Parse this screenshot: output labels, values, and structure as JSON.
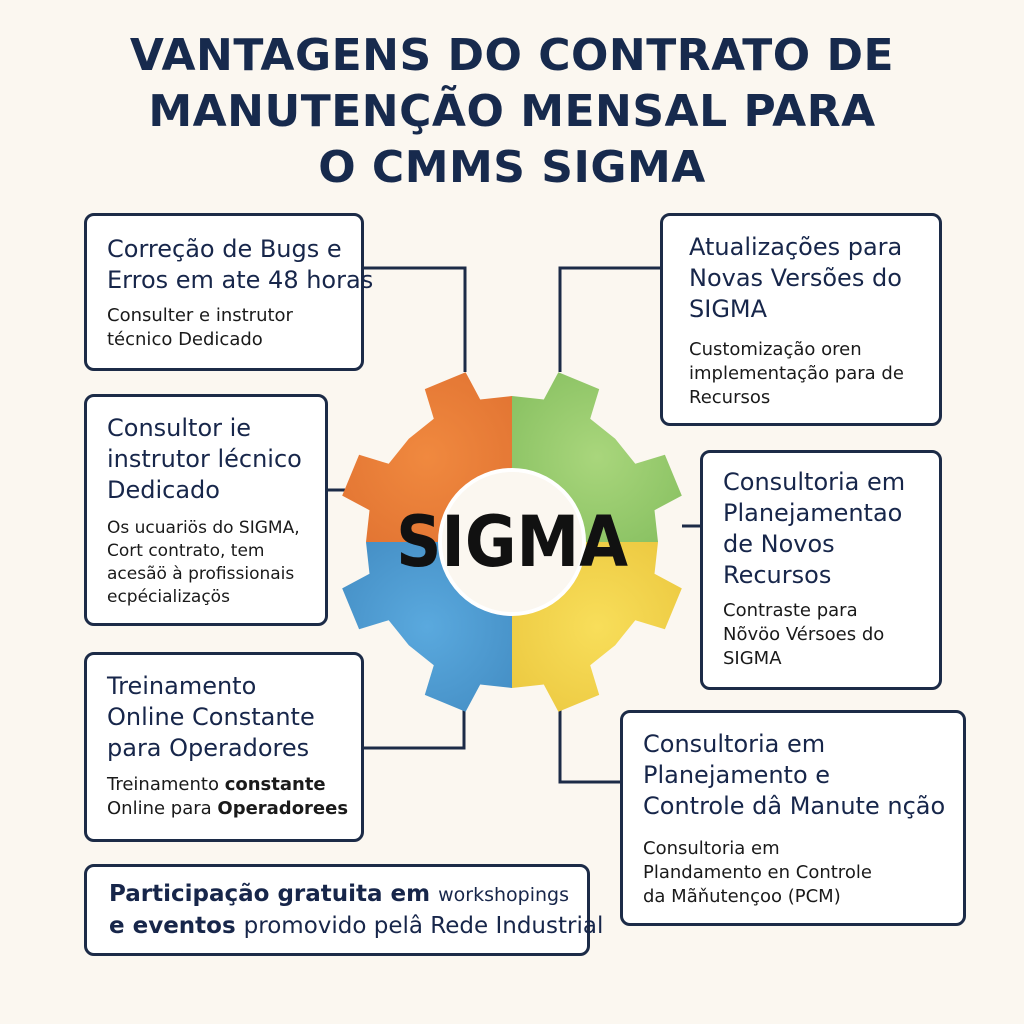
{
  "title": {
    "line1": "VANTAGENS DO CONTRATO DE",
    "line2": "MANUTENÇÃO MENSAL PARA",
    "line3": "O CMMS SIGMA"
  },
  "center": {
    "label": "SIGMA"
  },
  "colors": {
    "orange": "#e0682a",
    "green": "#6cb446",
    "blue": "#2f88c8",
    "yellow": "#f0c52a",
    "navy": "#172a4d"
  },
  "icons": {
    "center": "gear-icon"
  },
  "cards": {
    "bugs": {
      "title": [
        "Correção de Bugs e",
        "Erros em ate 48 horas"
      ],
      "body": [
        "Consulter e instrutor",
        "técnico Dedicado"
      ]
    },
    "updates": {
      "title": [
        "Atualizações para",
        "Novas Versões do",
        "SIGMA"
      ],
      "body": [
        "Customização oren",
        "implementação para de",
        "Recursos"
      ]
    },
    "consultant": {
      "title": [
        "Consultor ie",
        "instrutor lécnico",
        "Dedicado"
      ],
      "body": [
        "Os ucuariös do SIGMA,",
        "Cort contrato, tem",
        "acesãö à profissionais",
        "ecpécializaçös"
      ]
    },
    "planning_new": {
      "title": [
        "Consultoria em",
        "Planejamentao",
        "de Novos",
        "Recursos"
      ],
      "body": [
        "Contraste para",
        "Nõvöo Vérsoes do",
        "SIGMA"
      ]
    },
    "training": {
      "title": [
        "Treinamento",
        "Online Constante",
        "para Operadores"
      ],
      "body_line1_a": "Treinamento ",
      "body_line1_b": "constante",
      "body_line2_a": "Online para ",
      "body_line2_b": "Operadorees"
    },
    "pcm": {
      "title": [
        "Consultoria em",
        "Planejamento e",
        "Controle dâ Manute nção"
      ],
      "body": [
        "Consultoria em",
        "Plandamento en Controle",
        "da Mãňutençoo (PCM)"
      ]
    },
    "workshops": {
      "line1_a": "Participação gratuita em ",
      "line1_b": "workshopings",
      "line2_a": "e eventos ",
      "line2_b": "promovido pelâ Rede Industrial"
    }
  }
}
